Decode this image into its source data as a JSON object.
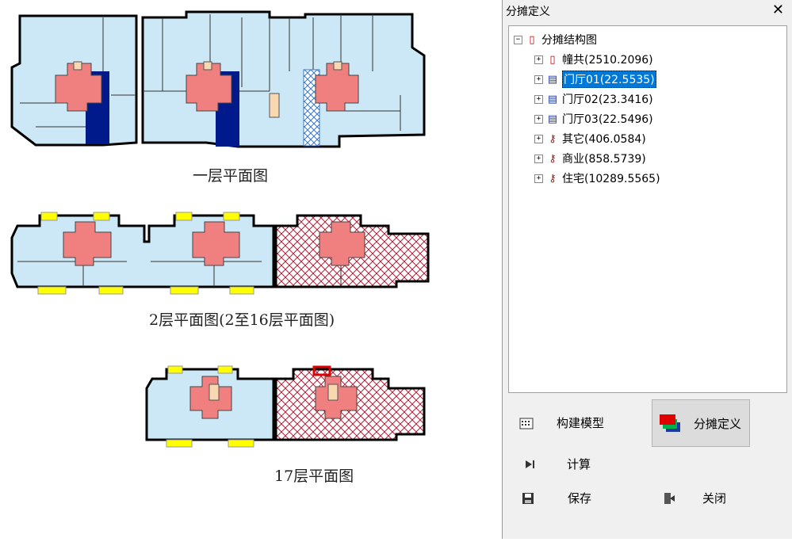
{
  "plans": {
    "floor1_label": "一层平面图",
    "floor2_label": "2层平面图(2至16层平面图)",
    "floor17_label": "17层平面图"
  },
  "panel": {
    "title": "分摊定义",
    "close": "✕",
    "tree": {
      "root": "分摊结构图",
      "items": [
        {
          "label": "幢共(2510.2096)"
        },
        {
          "label": "门厅01(22.5535)"
        },
        {
          "label": "门厅02(23.3416)"
        },
        {
          "label": "门厅03(22.5496)"
        },
        {
          "label": "其它(406.0584)"
        },
        {
          "label": "商业(858.5739)"
        },
        {
          "label": "住宅(10289.5565)"
        }
      ]
    },
    "buttons": {
      "build_model": "构建模型",
      "define_allocation": "分摊定义",
      "calculate": "计算",
      "save": "保存",
      "close": "关闭"
    }
  },
  "colors": {
    "room_fill": "#cce8f6",
    "core_fill": "#f08080",
    "hatch": "#b0203a",
    "dark_shaft": "#001a8c",
    "yellow": "#ffff00"
  }
}
